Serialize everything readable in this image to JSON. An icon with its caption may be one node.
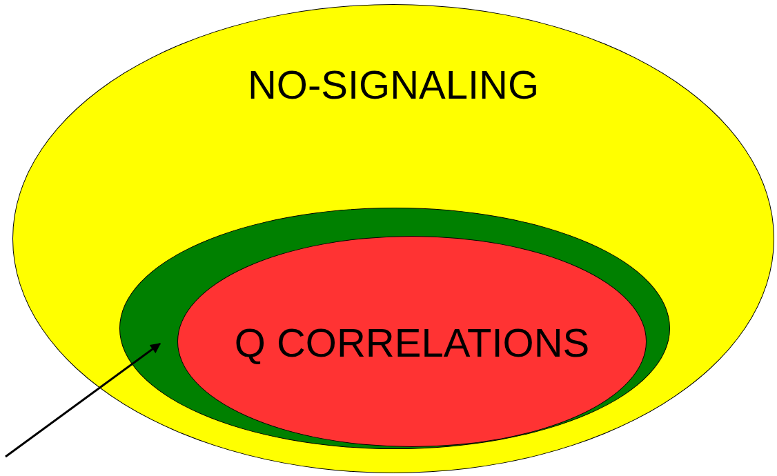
{
  "diagram": {
    "nodes": [
      {
        "text": [
          "NO-SIGNALING"
        ]
      },
      {
        "text": [],
        "shape": "ellipse",
        "in": 0
      },
      {
        "text": [
          "Q CORRELATIONS"
        ],
        "in": 1
      }
    ],
    "edges": [
      {
        "from": null,
        "to": 1,
        "arrow": "to"
      }
    ]
  }
}
